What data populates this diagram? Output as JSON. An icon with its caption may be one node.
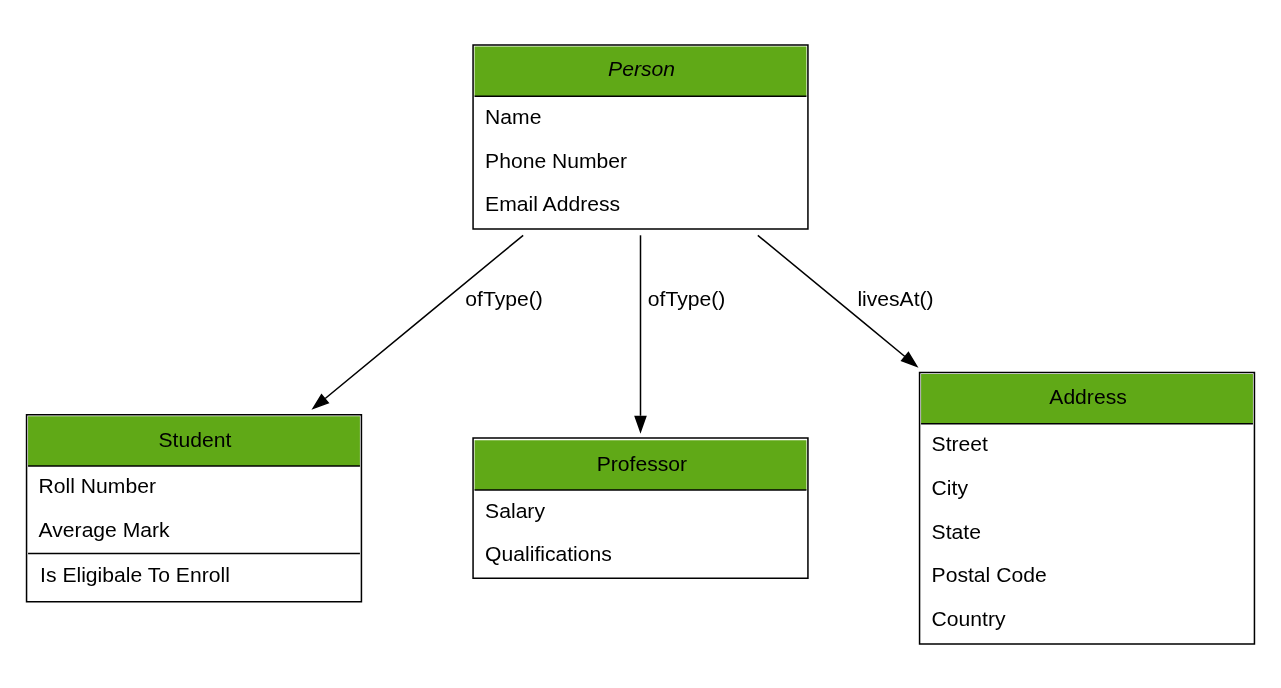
{
  "diagram": {
    "nodes": [
      {
        "text": [
          "Person",
          "Name",
          "Phone Number",
          "Email Address"
        ]
      },
      {
        "text": [
          "Student",
          "Roll Number",
          "Average Mark",
          "Is Eligibale To Enroll"
        ]
      },
      {
        "text": [
          "Professor",
          "Salary",
          "Qualifications"
        ]
      },
      {
        "text": [
          "Address",
          "Street",
          "City",
          "State",
          "Postal Code",
          "Country"
        ]
      }
    ],
    "edges": [
      {
        "from": 0,
        "to": 1,
        "arrow": "to",
        "label": "ofType()"
      },
      {
        "from": 0,
        "to": 3,
        "arrow": "to",
        "label": "livesAt()"
      },
      {
        "from": 0,
        "to": 2,
        "arrow": "to",
        "label": "ofType()"
      }
    ]
  }
}
